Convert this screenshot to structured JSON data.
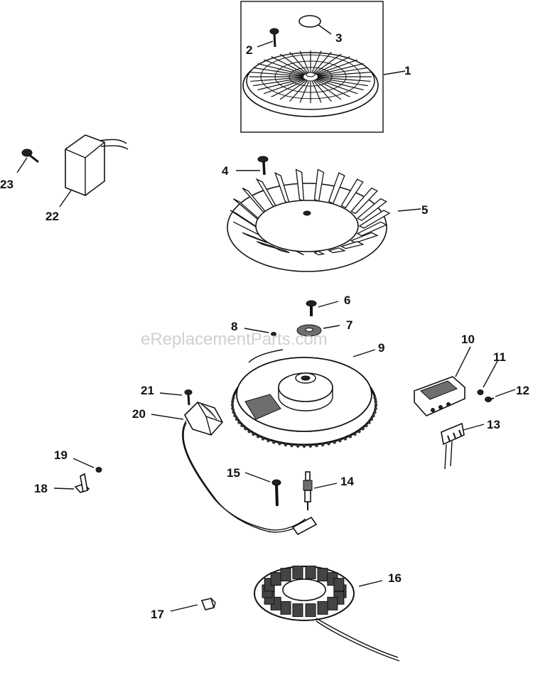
{
  "watermark": "eReplacementParts.com",
  "callouts": [
    {
      "id": "1",
      "label": "1"
    },
    {
      "id": "2",
      "label": "2"
    },
    {
      "id": "3",
      "label": "3"
    },
    {
      "id": "4",
      "label": "4"
    },
    {
      "id": "5",
      "label": "5"
    },
    {
      "id": "6",
      "label": "6"
    },
    {
      "id": "7",
      "label": "7"
    },
    {
      "id": "8",
      "label": "8"
    },
    {
      "id": "9",
      "label": "9"
    },
    {
      "id": "10",
      "label": "10"
    },
    {
      "id": "11",
      "label": "11"
    },
    {
      "id": "12",
      "label": "12"
    },
    {
      "id": "13",
      "label": "13"
    },
    {
      "id": "14",
      "label": "14"
    },
    {
      "id": "15",
      "label": "15"
    },
    {
      "id": "16",
      "label": "16"
    },
    {
      "id": "17",
      "label": "17"
    },
    {
      "id": "18",
      "label": "18"
    },
    {
      "id": "19",
      "label": "19"
    },
    {
      "id": "20",
      "label": "20"
    },
    {
      "id": "21",
      "label": "21"
    },
    {
      "id": "22",
      "label": "22"
    },
    {
      "id": "23",
      "label": "23"
    }
  ]
}
